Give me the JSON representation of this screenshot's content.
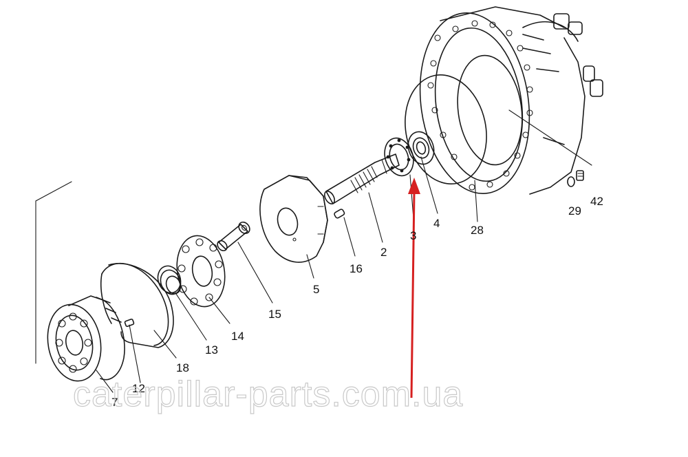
{
  "labels": {
    "p2": "2",
    "p3": "3",
    "p4": "4",
    "p5": "5",
    "p7": "7",
    "p12": "12",
    "p13": "13",
    "p14": "14",
    "p15": "15",
    "p16": "16",
    "p18": "18",
    "p28": "28",
    "p29": "29",
    "p42": "42"
  },
  "watermark": "caterpillar-parts.com.ua",
  "colors": {
    "line": "#1a1a1a",
    "arrow": "#d62020",
    "watermark": "#c9c9c9",
    "background": "#ffffff"
  }
}
